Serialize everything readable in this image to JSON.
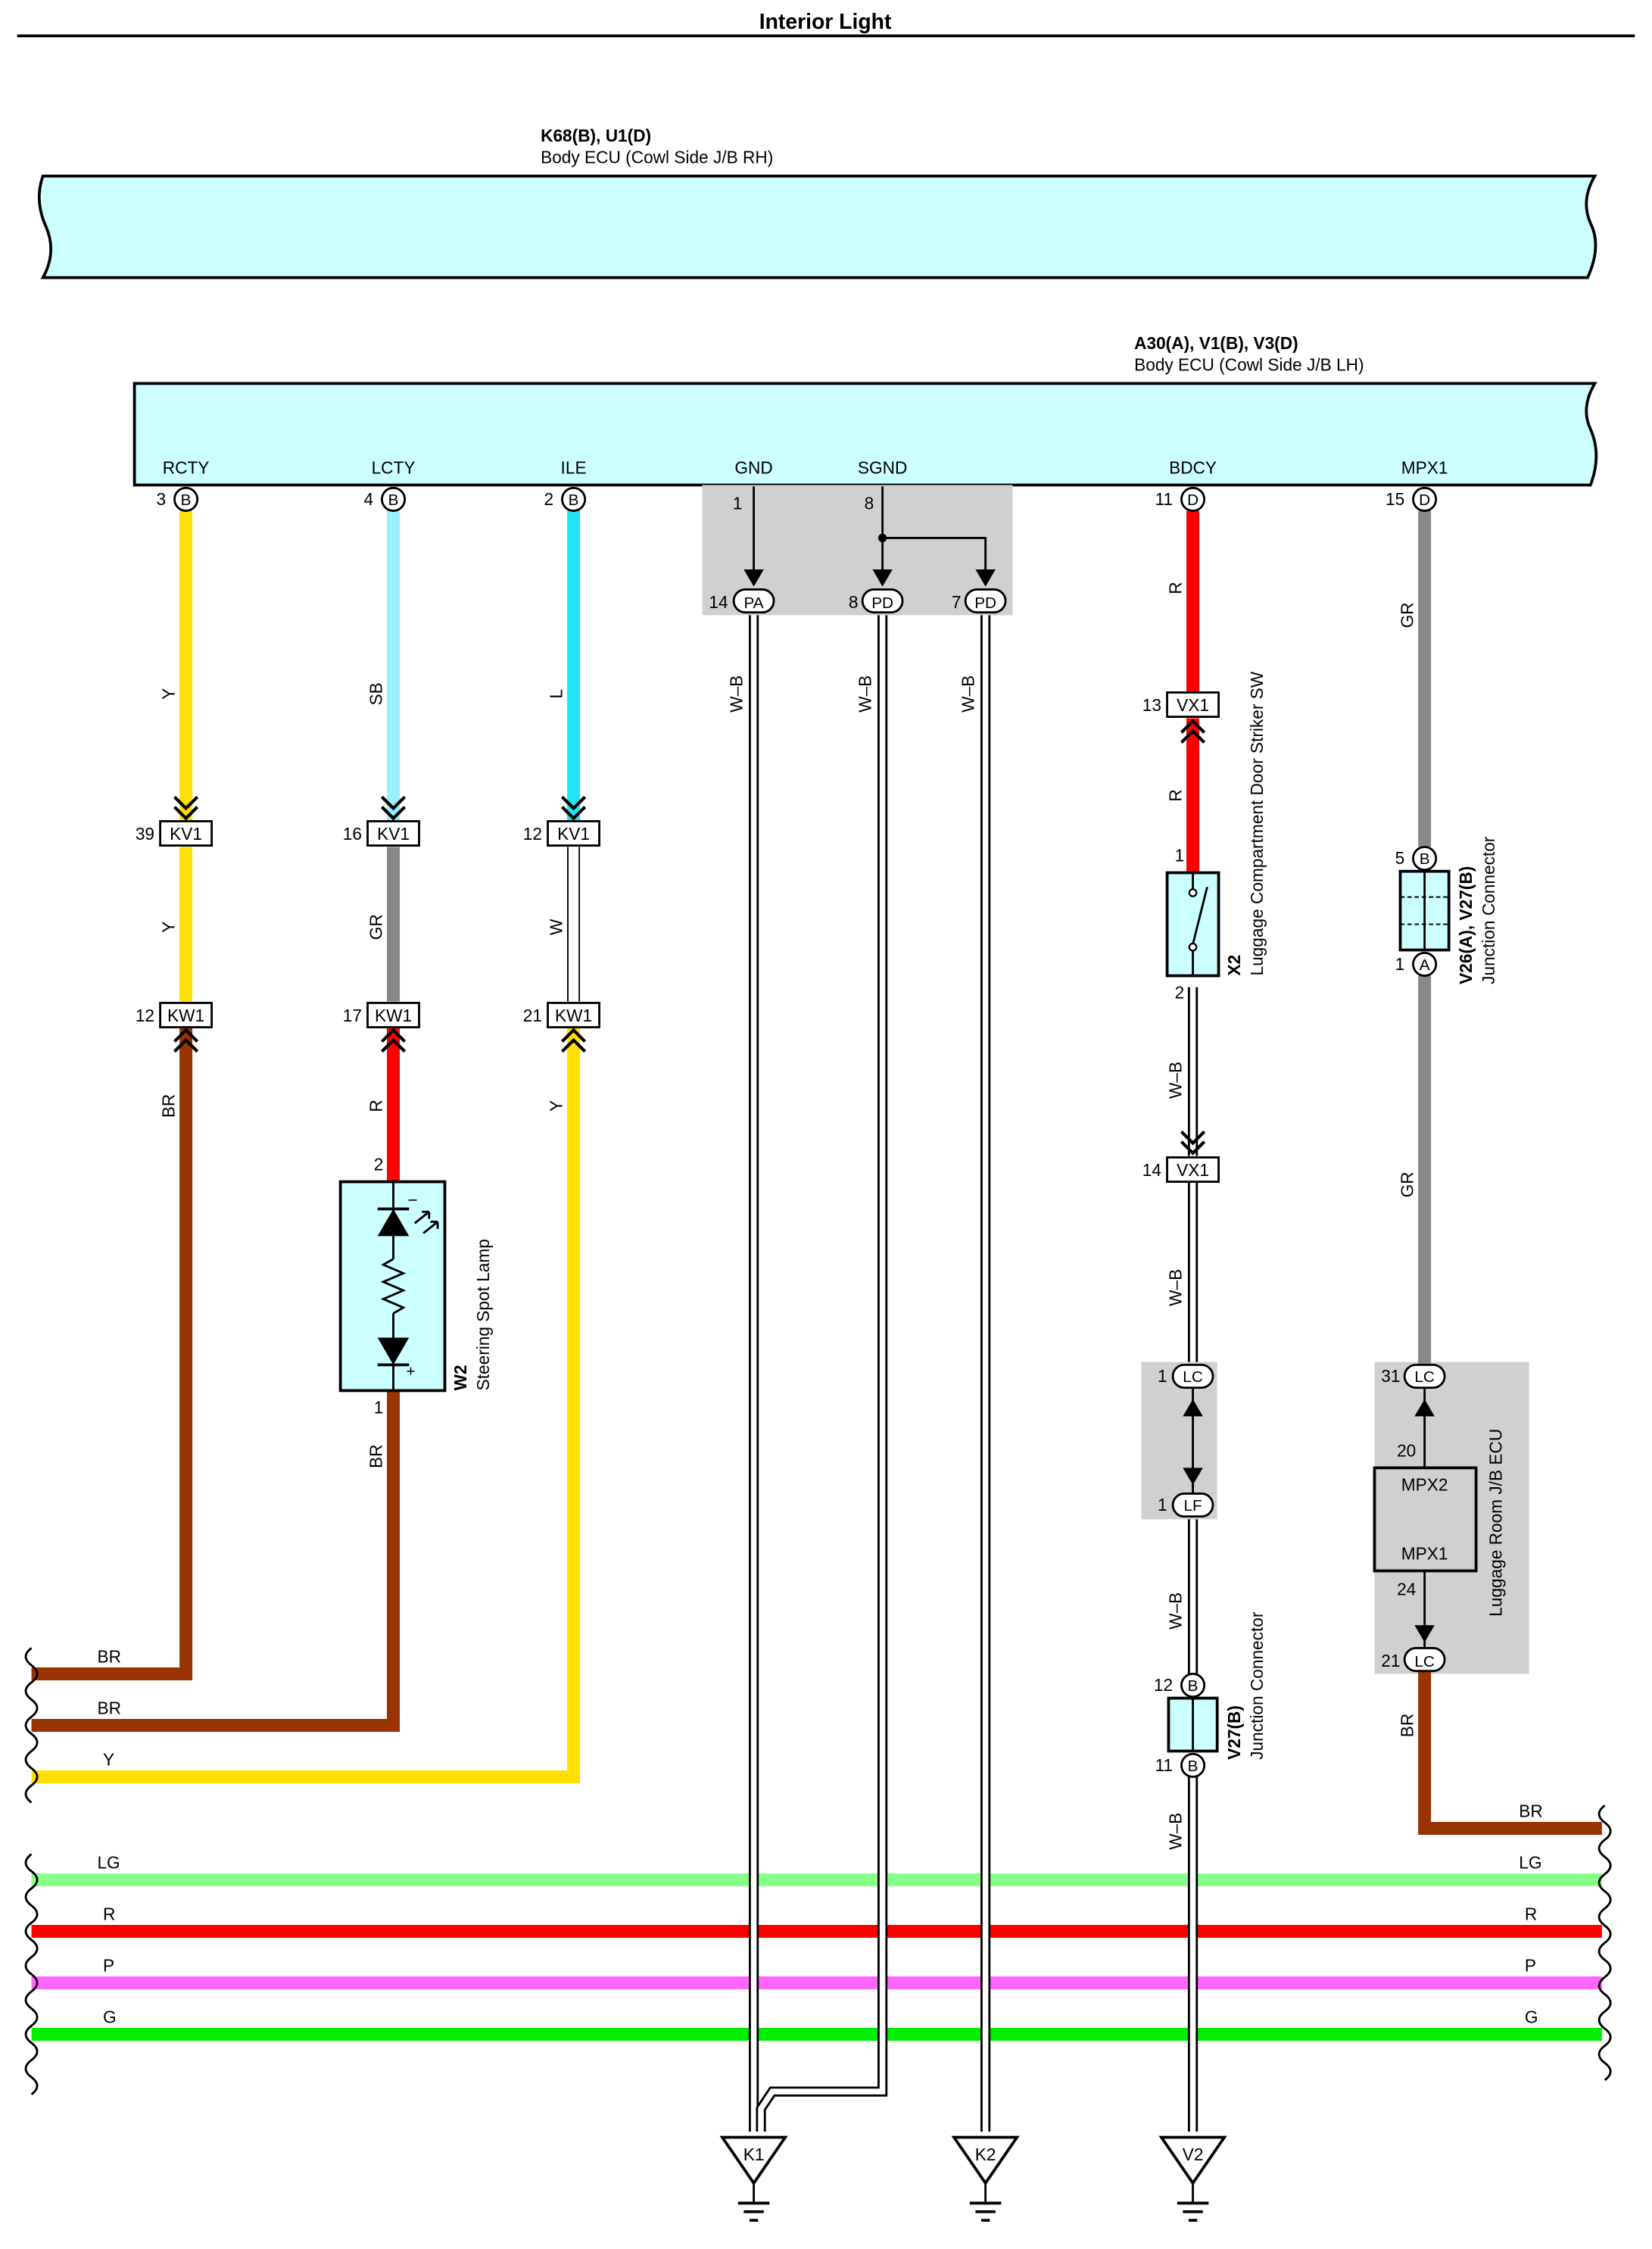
{
  "title": "Interior Light",
  "ecu_rh": {
    "codes": "K68(B), U1(D)",
    "name": "Body ECU (Cowl Side J/B RH)"
  },
  "ecu_lh": {
    "codes": "A30(A), V1(B), V3(D)",
    "name": "Body ECU (Cowl Side J/B LH)",
    "terminals": [
      "RCTY",
      "LCTY",
      "ILE",
      "GND",
      "SGND",
      "BDCY",
      "MPX1"
    ],
    "pins": [
      "3",
      "4",
      "2",
      "1",
      "8",
      "11",
      "15"
    ],
    "pin_letters": [
      "B",
      "B",
      "B",
      "D",
      "D"
    ]
  },
  "gnd_connectors": [
    {
      "pin": "14",
      "label": "PA"
    },
    {
      "pin": "8",
      "label": "PD"
    },
    {
      "pin": "7",
      "label": "PD"
    }
  ],
  "wire_colors": {
    "rcty": [
      "Y",
      "Y",
      "BR",
      "BR"
    ],
    "lcty": [
      "SB",
      "GR",
      "R",
      "BR",
      "BR"
    ],
    "ile": [
      "L",
      "W",
      "Y",
      "Y"
    ],
    "gnd": [
      "W–B",
      "W–B",
      "W–B"
    ],
    "bdcy": [
      "R",
      "R",
      "W–B",
      "W–B",
      "W–B",
      "W–B"
    ],
    "mpx": [
      "GR",
      "GR",
      "BR",
      "BR"
    ]
  },
  "kv1": {
    "label": "KV1",
    "pins": [
      "39",
      "16",
      "12"
    ]
  },
  "kw1": {
    "label": "KW1",
    "pins": [
      "12",
      "17",
      "21"
    ]
  },
  "vx1": {
    "label": "VX1",
    "pins": [
      "13",
      "14"
    ]
  },
  "luggage_sw": {
    "code": "X2",
    "name": "Luggage Compartment Door Striker SW",
    "pins": [
      "1",
      "2"
    ]
  },
  "spot_lamp": {
    "code": "W2",
    "name": "Steering Spot Lamp",
    "pins": [
      "2",
      "1"
    ]
  },
  "jc_upper": {
    "codes": "V26(A), V27(B)",
    "name": "Junction Connector",
    "pins": [
      "5",
      "1"
    ],
    "letters": [
      "B",
      "A"
    ]
  },
  "jc_lower": {
    "code": "V27(B)",
    "name": "Junction Connector",
    "pins": [
      "12",
      "11"
    ],
    "letters": [
      "B",
      "B"
    ]
  },
  "lc_lf": {
    "pins": [
      "1",
      "1"
    ],
    "labels": [
      "LC",
      "LF"
    ]
  },
  "luggage_ecu": {
    "name": "Luggage Room J/B ECU",
    "terms": [
      "MPX2",
      "MPX1"
    ],
    "pins": [
      "31",
      "20",
      "24",
      "21"
    ],
    "conn": [
      "LC",
      "LC"
    ]
  },
  "bus_lines": [
    {
      "label": "LG",
      "color": "#88ff88"
    },
    {
      "label": "R",
      "color": "#ff0000"
    },
    {
      "label": "P",
      "color": "#ff66ff"
    },
    {
      "label": "G",
      "color": "#00ee00"
    }
  ],
  "grounds": [
    "K1",
    "K2",
    "V2"
  ],
  "colors": {
    "ecu_fill": "#ccffff",
    "yellow": "#ffe000",
    "sky_blue": "#99eeff",
    "blue": "#22e4f4",
    "gray": "#888888",
    "red": "#ff0000",
    "brown": "#993300",
    "splice_bg": "#d0d0d0"
  }
}
